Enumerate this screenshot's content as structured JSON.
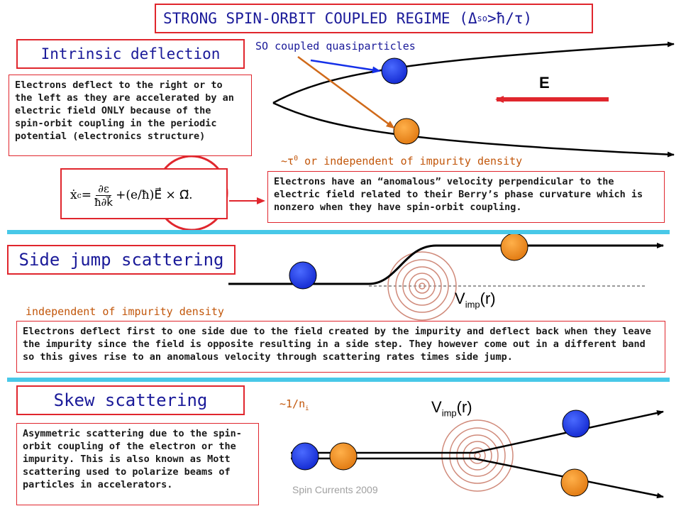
{
  "header": {
    "title_main": "STRONG SPIN-ORBIT COUPLED REGIME (Δ",
    "title_sub": "so",
    "title_tail": ">ħ/τ)"
  },
  "intrinsic": {
    "label": "Intrinsic deflection",
    "description": "Electrons deflect to the right or to the left as they are accelerated by an electric field ONLY because of the spin-orbit coupling in the periodic potential (electronics structure)",
    "quasiparticles_label": "SO coupled quasiparticles",
    "field_label": "E",
    "scaling_prefix": "~τ",
    "scaling_exp": "0",
    "scaling_tail": " or independent of impurity density",
    "equation": {
      "lhs": "ẋ",
      "lhs_sub": "c",
      "eq": " = ",
      "frac_num": "∂ε",
      "frac_den": "ħ∂k⃗",
      "plus": " + ",
      "term": "(e/ħ)E⃗ × Ω⃗."
    },
    "anomalous_description": "Electrons have an “anomalous” velocity perpendicular to the electric field related to their Berry’s phase curvature which is nonzero when they have spin-orbit coupling."
  },
  "side_jump": {
    "label": "Side jump scattering",
    "vimp_main": "V",
    "vimp_sub": "imp",
    "vimp_tail": "(r)",
    "note": "independent of impurity density",
    "description": "Electrons deflect first to one side due to the field created by the impurity and deflect back when they leave the impurity since the field is opposite resulting in a side step. They however come out in a different band so this gives rise to an anomalous velocity through scattering rates times side jump."
  },
  "skew": {
    "label": "Skew scattering",
    "scaling_prefix": "~1/n",
    "scaling_sub": "i",
    "vimp_main": "V",
    "vimp_sub": "imp",
    "vimp_tail": "(r)",
    "description": "Asymmetric scattering due to the spin-orbit coupling of the electron or the impurity. This is also known as Mott scattering used to polarize beams of particles in accelerators."
  },
  "footer": "Spin Currents 2009",
  "colors": {
    "box_border": "#e0262d",
    "blue_text": "#1a1a99",
    "orange_text": "#c2560a",
    "divider": "#48c8e8",
    "blue_ball": "#1530e8",
    "orange_ball": "#f08c1c"
  }
}
